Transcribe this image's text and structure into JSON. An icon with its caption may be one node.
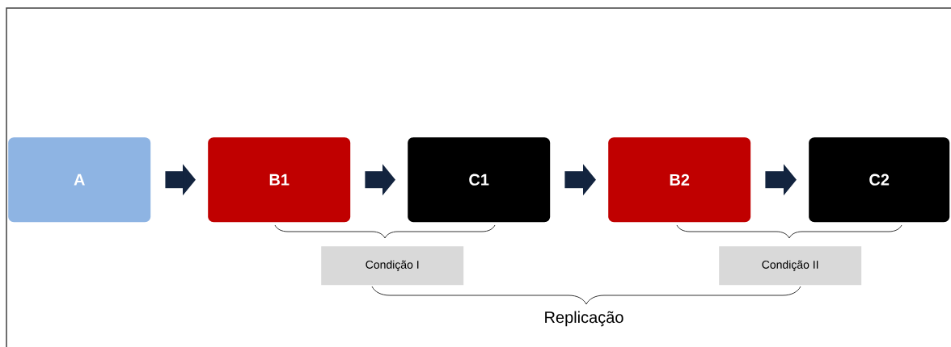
{
  "diagram": {
    "nodes": [
      {
        "text": [
          "A"
        ]
      },
      {
        "text": [
          "B1"
        ]
      },
      {
        "text": [
          "C1"
        ]
      },
      {
        "text": [
          "B2"
        ]
      },
      {
        "text": [
          "C2"
        ]
      },
      {
        "text": [
          "Condição I"
        ]
      },
      {
        "text": [
          "Condição II"
        ]
      }
    ],
    "edges": [
      {
        "from": 0,
        "to": 1,
        "arrow": "to"
      },
      {
        "from": 1,
        "to": 2,
        "arrow": "to"
      },
      {
        "from": 2,
        "to": 3,
        "arrow": "to"
      },
      {
        "from": 3,
        "to": 4,
        "arrow": "to"
      }
    ],
    "labels": [
      "Replicação"
    ]
  }
}
